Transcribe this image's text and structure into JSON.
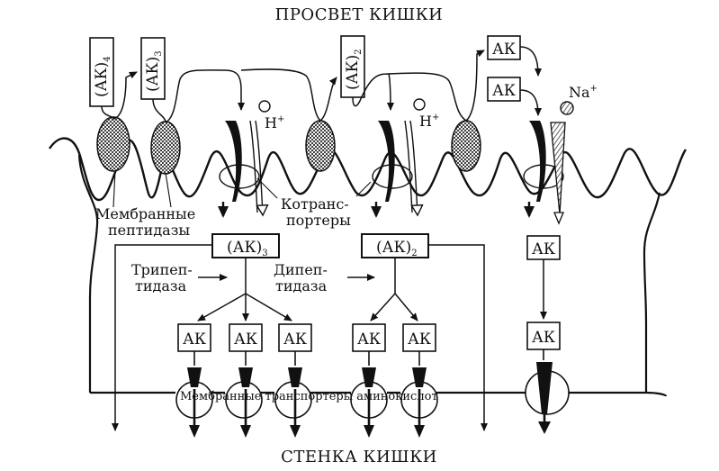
{
  "diagram": {
    "title_top": "ПРОСВЕТ КИШКИ",
    "title_bottom": "СТЕНКА КИШКИ",
    "lumen_boxes": [
      {
        "main": "(АК)",
        "sub": "4"
      },
      {
        "main": "(АК)",
        "sub": "3"
      },
      {
        "main": "(АК)",
        "sub": "2"
      }
    ],
    "ak_label": "АК",
    "h_ion": "H",
    "na_ion": "Na",
    "ion_charge": "+",
    "membrane_peptidases": [
      "Мембранные",
      "пептидазы"
    ],
    "cotransporters": [
      "Котранс-",
      "портеры"
    ],
    "cell_box_tri": {
      "main": "(АК)",
      "sub": "3"
    },
    "cell_box_di": {
      "main": "(АК)",
      "sub": "2"
    },
    "tripeptidase": [
      "Трипеп-",
      "тидаза"
    ],
    "dipeptidase": [
      "Дипеп-",
      "тидаза"
    ],
    "basal_transporters": "Мембранные транспортеры аминокислот",
    "colors": {
      "ink": "#111111",
      "dotted": "#2a2a2a",
      "background": "#ffffff"
    }
  }
}
